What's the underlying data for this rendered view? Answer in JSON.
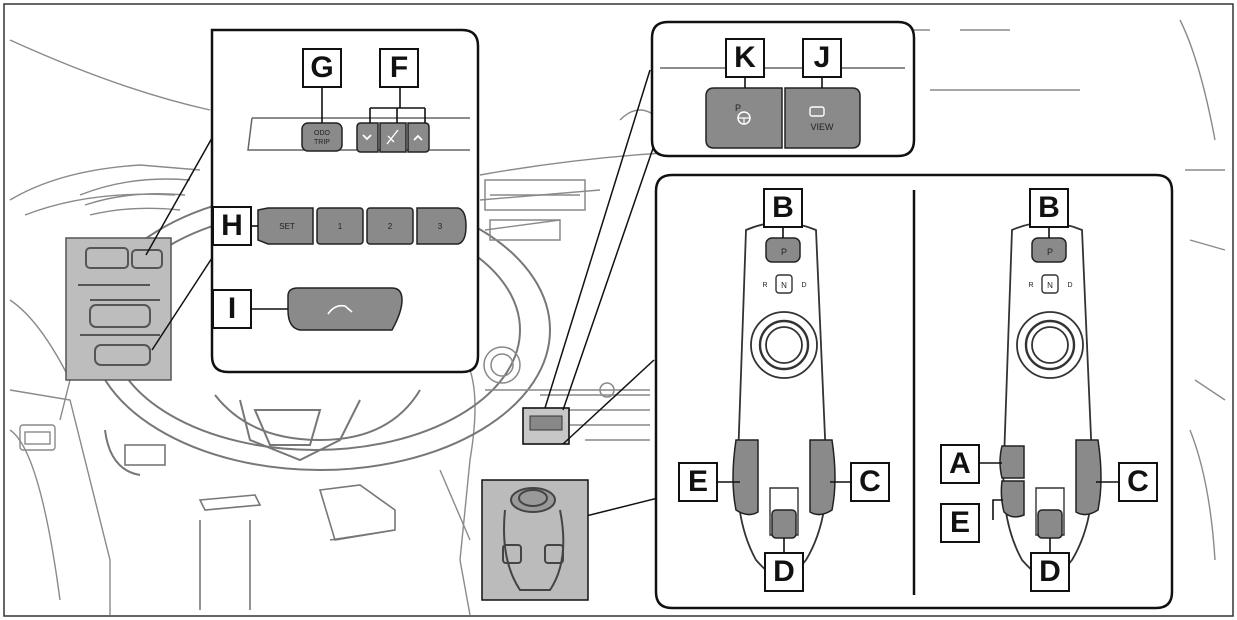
{
  "callouts": {
    "A": "A",
    "B": "B",
    "C": "C",
    "D": "D",
    "E": "E",
    "F": "F",
    "G": "G",
    "H": "H",
    "I": "I",
    "J": "J",
    "K": "K"
  },
  "buttons": {
    "odo_trip_line1": "ODO",
    "odo_trip_line2": "TRIP",
    "set": "SET",
    "preset_1": "1",
    "preset_2": "2",
    "preset_3": "3",
    "view": "VIEW",
    "parking_p": "P"
  },
  "shifter": {
    "p_button": "P",
    "neutral": "N",
    "reverse": "R",
    "drive": "D"
  },
  "colors": {
    "outline": "#111111",
    "button_fill": "#8a8a8a",
    "button_dark": "#6f6f6f",
    "dashboard_line": "#777777",
    "highlight_panel": "#bdbdbd"
  }
}
